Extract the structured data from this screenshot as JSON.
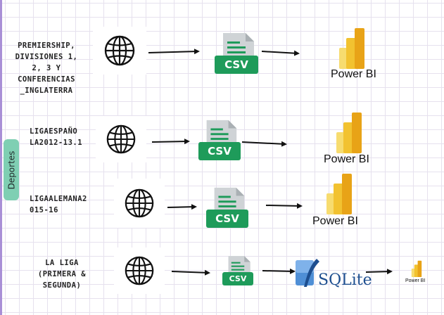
{
  "category": {
    "label": "Deportes"
  },
  "rows": [
    {
      "source_label": [
        "PREMIERSHIP,",
        "DIVISIONES 1,",
        "2, 3 Y",
        "CONFERENCIAS",
        "_INGLATERRA"
      ],
      "file_label": "CSV",
      "target_label": "Power BI"
    },
    {
      "source_label": [
        "LIGAESPAÑO",
        "LA2012-13.1"
      ],
      "file_label": "CSV",
      "target_label": "Power BI"
    },
    {
      "source_label": [
        "LIGAALEMANA2",
        "015-16"
      ],
      "file_label": "CSV",
      "target_label": "Power BI"
    },
    {
      "source_label": [
        "LA LIGA",
        "(PRIMERA &",
        "SEGUNDA)"
      ],
      "file_label": "CSV",
      "database_label": "SQLite",
      "target_label": "Power BI"
    }
  ],
  "icons": {
    "source": "globe-icon",
    "file": "csv-file-icon",
    "target": "power-bi-icon",
    "database": "sqlite-icon"
  },
  "colors": {
    "csv_green": "#1e9b5a",
    "csv_page": "#cfd3d6",
    "pbi_dark": "#e8a317",
    "pbi_mid": "#f2c230",
    "pbi_light": "#f7dc6f",
    "category_bg": "#7fcfb3",
    "sqlite_blue": "#1d4e8f"
  }
}
